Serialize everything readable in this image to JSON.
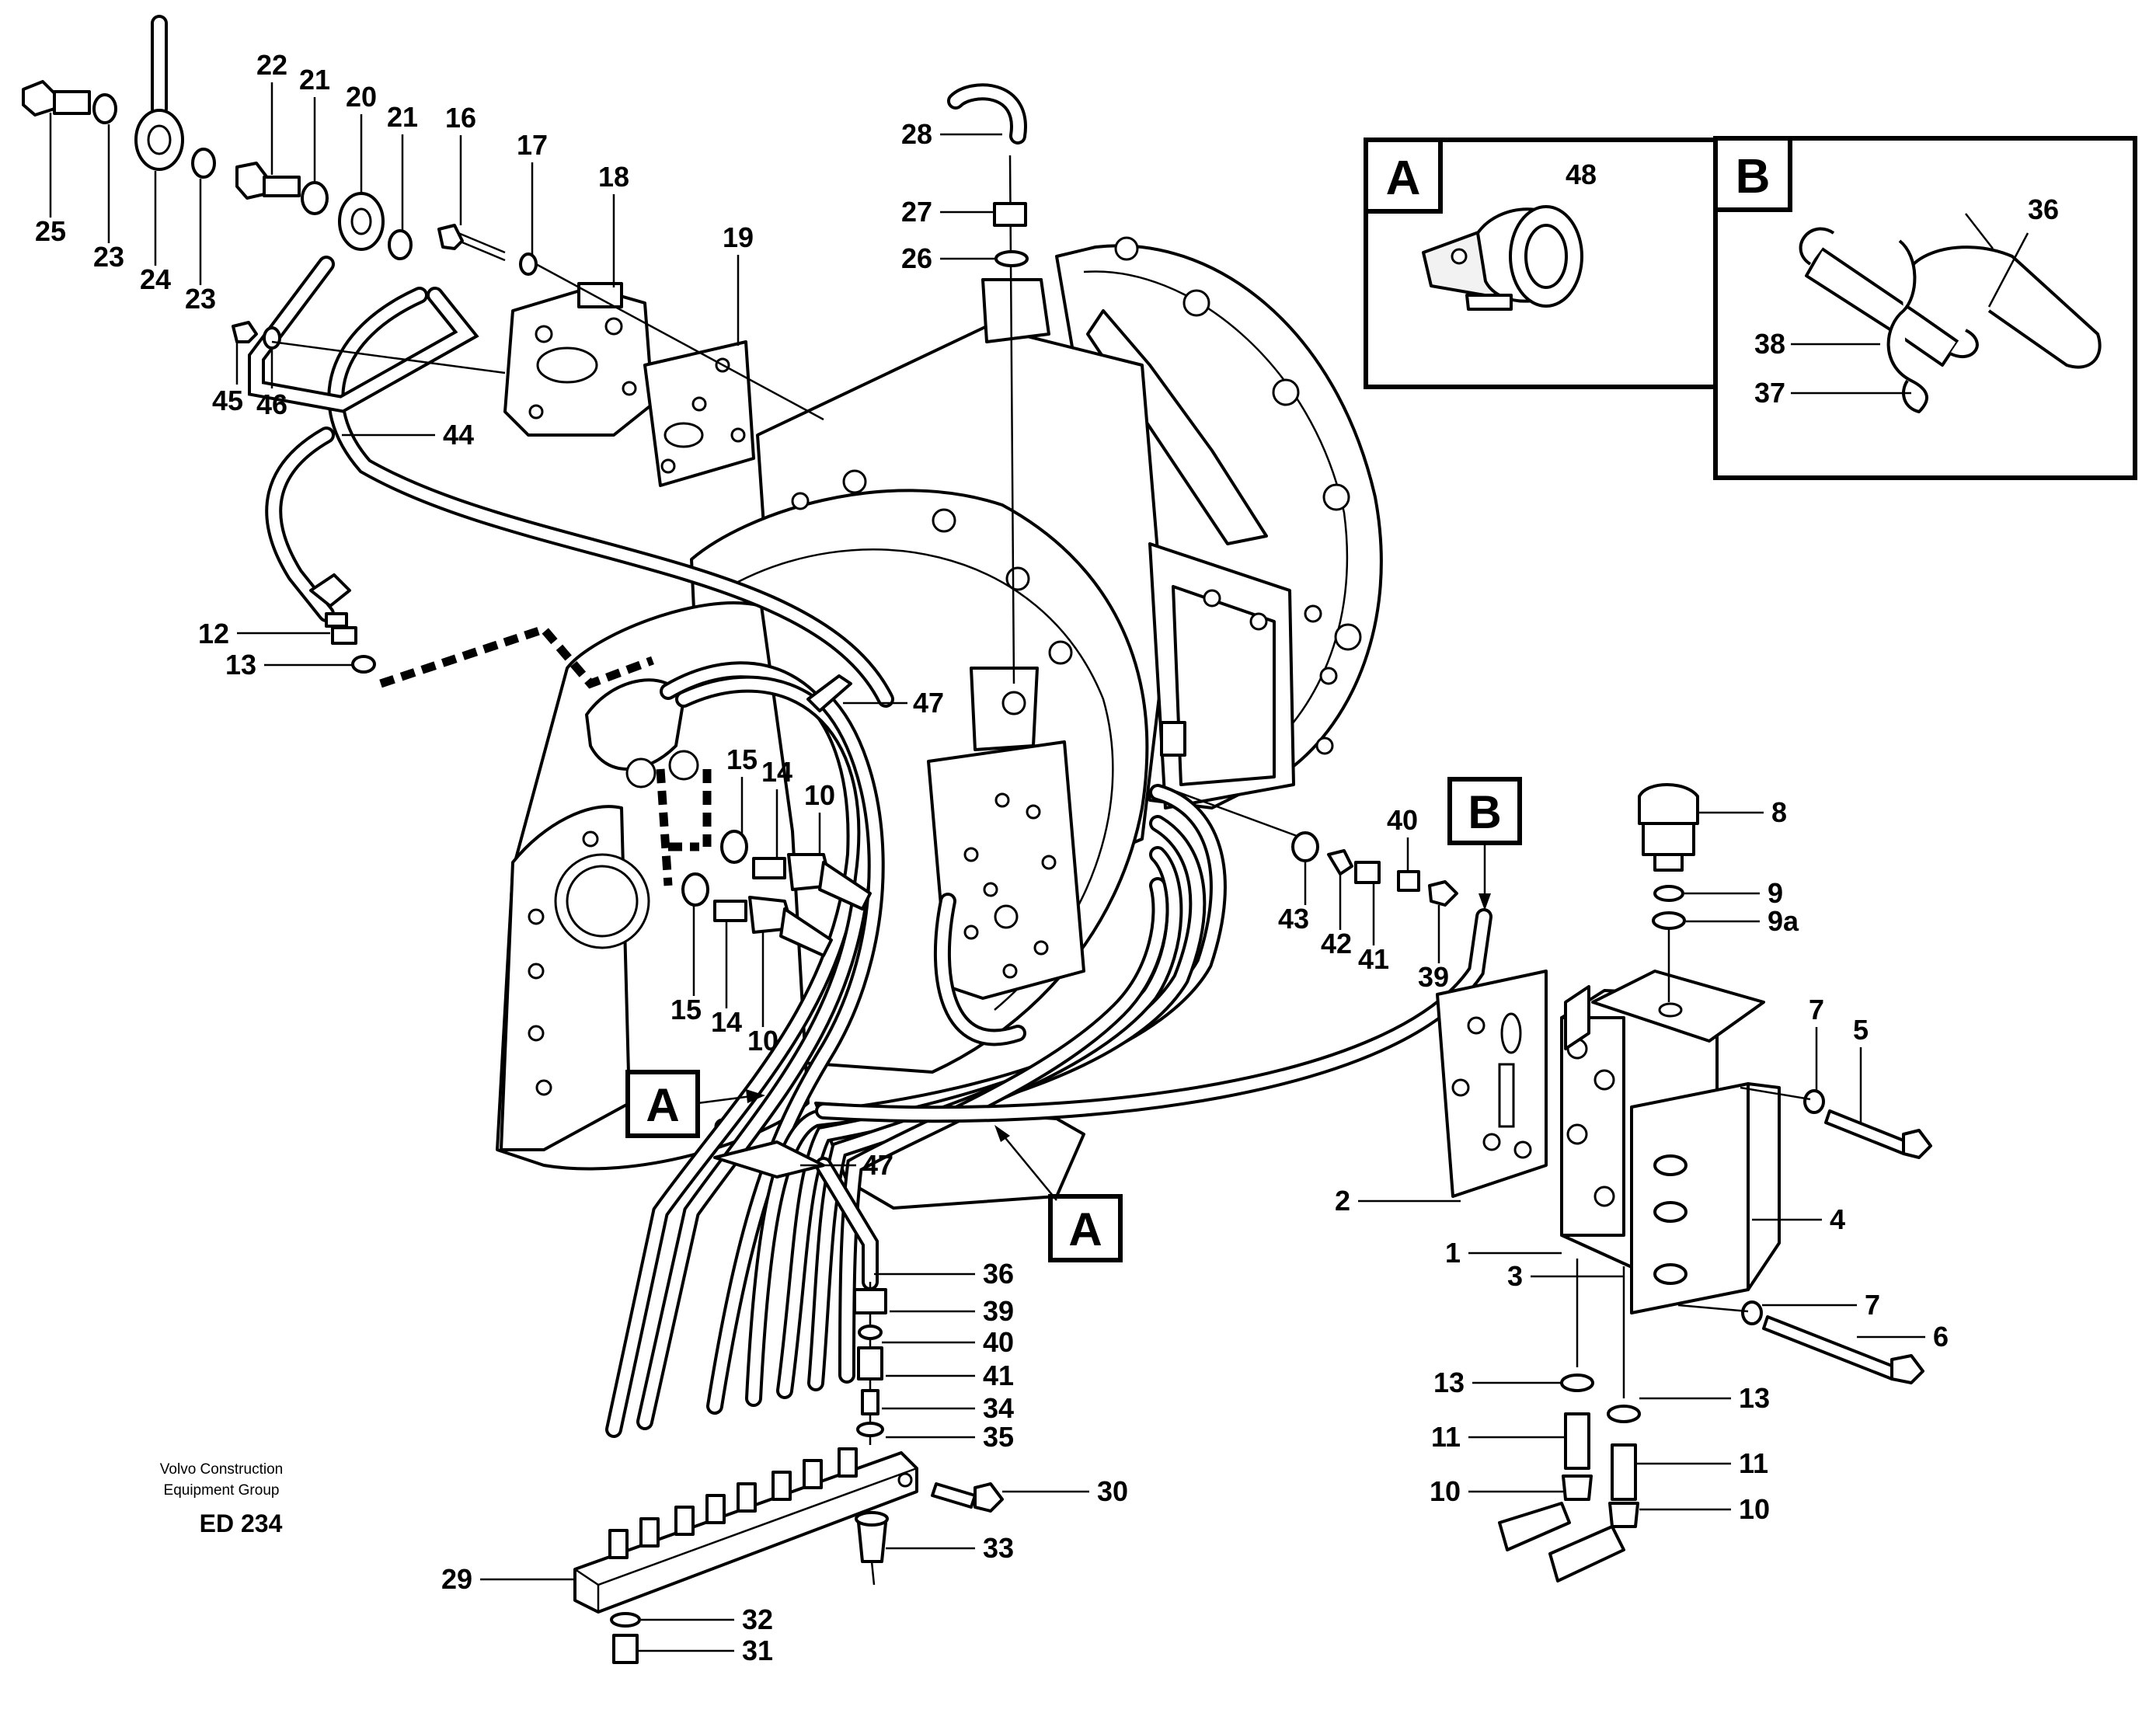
{
  "diagram": {
    "subject": "transmission hydraulic control exploded view",
    "labels": {
      "l1": "1",
      "l2": "2",
      "l3": "3",
      "l4": "4",
      "l5": "5",
      "l6": "6",
      "l7a": "7",
      "l7b": "7",
      "l8": "8",
      "l9": "9",
      "l9a": "9a",
      "l10a": "10",
      "l10b": "10",
      "l10c": "10",
      "l10d": "10",
      "l11a": "11",
      "l11b": "11",
      "l12": "12",
      "l13a": "13",
      "l13b": "13",
      "l13c": "13",
      "l14a": "14",
      "l14b": "14",
      "l15a": "15",
      "l15b": "15",
      "l16": "16",
      "l17": "17",
      "l18": "18",
      "l19": "19",
      "l20": "20",
      "l21a": "21",
      "l21b": "21",
      "l22": "22",
      "l23a": "23",
      "l23b": "23",
      "l24": "24",
      "l25": "25",
      "l26": "26",
      "l27": "27",
      "l28": "28",
      "l29": "29",
      "l30": "30",
      "l31": "31",
      "l32": "32",
      "l33": "33",
      "l34": "34",
      "l35": "35",
      "l36a": "36",
      "l36b": "36",
      "l37": "37",
      "l38": "38",
      "l39a": "39",
      "l39b": "39",
      "l40a": "40",
      "l40b": "40",
      "l41a": "41",
      "l41b": "41",
      "l42": "42",
      "l43": "43",
      "l44": "44",
      "l45": "45",
      "l46": "46",
      "l47a": "47",
      "l47b": "47",
      "l48": "48"
    },
    "insets": {
      "a": {
        "letter": "A",
        "part": "48"
      },
      "b": {
        "letter": "B",
        "parts": [
          "36",
          "37",
          "38"
        ]
      }
    },
    "callouts": {
      "a1": "A",
      "a2": "A",
      "b": "B"
    },
    "credit": {
      "line1": "Volvo Construction",
      "line2": "Equipment Group",
      "code": "ED 234"
    }
  }
}
